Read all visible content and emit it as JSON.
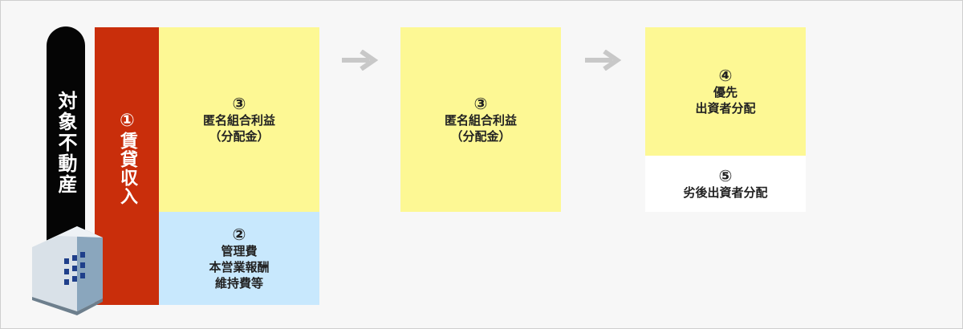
{
  "target_property": "対象不動産",
  "rental_income": "①賃貸収入",
  "box_profit_1": {
    "number": "③",
    "line1": "匿名組合利益",
    "line2": "（分配金）"
  },
  "box_expenses": {
    "number": "②",
    "line1": "管理費",
    "line2": "本営業報酬",
    "line3": "維持費等"
  },
  "box_profit_2": {
    "number": "③",
    "line1": "匿名組合利益",
    "line2": "（分配金）"
  },
  "box_priority": {
    "number": "④",
    "line1": "優先",
    "line2": "出資者分配"
  },
  "box_subordinate": {
    "number": "⑤",
    "line1": "劣後出資者分配"
  },
  "colors": {
    "black": "#050505",
    "red": "#c92e0b",
    "yellow": "#fdf894",
    "blue": "#c8e8fd",
    "arrow": "#c8c8c8"
  },
  "icons": [
    "building-icon",
    "arrow-right-icon",
    "arrow-right-icon"
  ]
}
